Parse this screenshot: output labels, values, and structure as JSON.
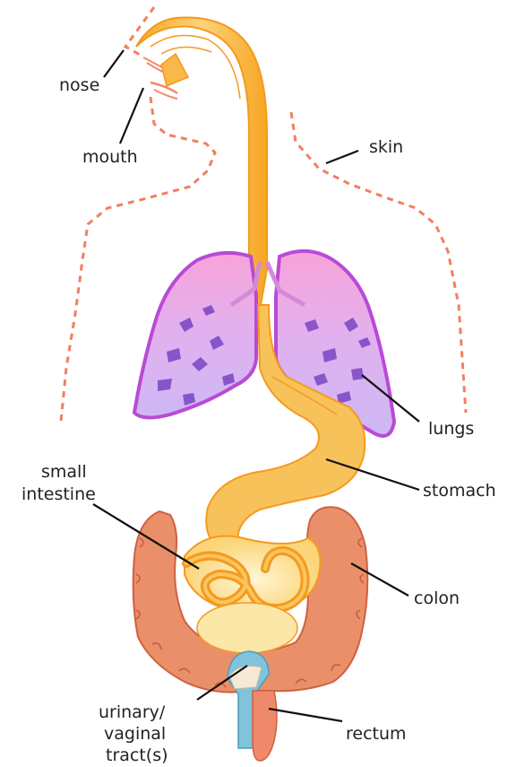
{
  "labels": {
    "nose": "nose",
    "mouth": "mouth",
    "skin": "skin",
    "lungs": "lungs",
    "small_intestine_line1": "small",
    "small_intestine_line2": "intestine",
    "stomach": "stomach",
    "colon": "colon",
    "urinary_line1": "urinary/",
    "urinary_line2": "vaginal",
    "urinary_line3": "tract(s)",
    "rectum": "rectum"
  },
  "colors": {
    "skin_outline": "#f08060",
    "airway": "#f6a623",
    "lungs_top": "#f7a3d8",
    "lungs_bottom": "#cdb8f5",
    "lungs_outline": "#b94ad6",
    "stomach": "#f8c25a",
    "small_intestine": "#f59a1e",
    "colon": "#e9906a",
    "rectum": "#ee8a6b",
    "urinary_tract": "#7fc3dc"
  }
}
